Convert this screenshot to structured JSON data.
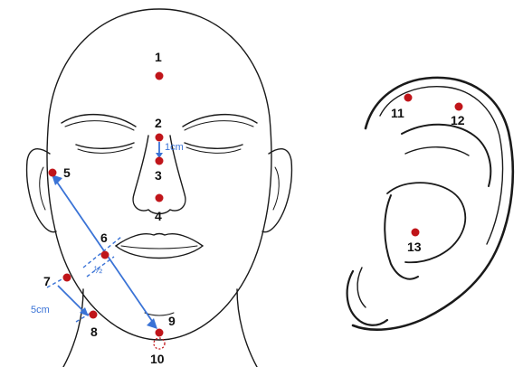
{
  "colors": {
    "point": "#c0151a",
    "guide": "#3a73d6",
    "line": "#1a1a1a",
    "background": "#ffffff"
  },
  "points": [
    {
      "id": "p1",
      "label": "1"
    },
    {
      "id": "p2",
      "label": "2"
    },
    {
      "id": "p3",
      "label": "3"
    },
    {
      "id": "p4",
      "label": "4"
    },
    {
      "id": "p5",
      "label": "5"
    },
    {
      "id": "p6",
      "label": "6"
    },
    {
      "id": "p7",
      "label": "7"
    },
    {
      "id": "p8",
      "label": "8"
    },
    {
      "id": "p9",
      "label": "9"
    },
    {
      "id": "p10",
      "label": "10"
    },
    {
      "id": "p11",
      "label": "11"
    },
    {
      "id": "p12",
      "label": "12"
    },
    {
      "id": "p13",
      "label": "13"
    }
  ],
  "annotations": {
    "distance_2_3": "1cm",
    "distance_7_8": "5cm",
    "midpoint_ratio": "½"
  }
}
